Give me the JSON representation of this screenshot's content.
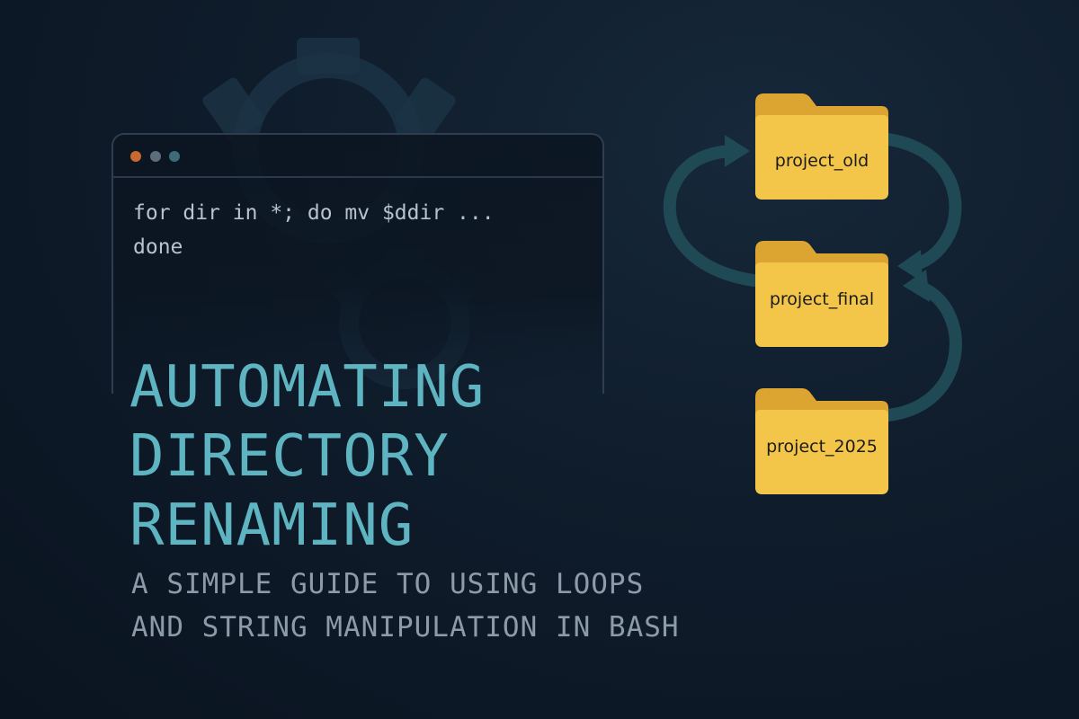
{
  "terminal": {
    "window_controls": [
      "close",
      "minimize",
      "maximize"
    ],
    "code_lines": [
      "for dir in *; do mv $ddir ...",
      "done"
    ]
  },
  "title": {
    "lines": [
      "AUTOMATING",
      "DIRECTORY",
      "RENAMING"
    ]
  },
  "subtitle": {
    "lines": [
      "A SIMPLE GUIDE TO USING LOOPS",
      "AND STRING MANIPULATION IN BASH"
    ]
  },
  "folders": [
    {
      "name": "project_old"
    },
    {
      "name": "project_final"
    },
    {
      "name": "project_2025"
    }
  ],
  "icons": [
    "gear-icon",
    "folder-icon",
    "cycle-arrow-icon"
  ],
  "colors": {
    "background": "#0f1c2b",
    "title": "#5fb4c2",
    "subtitle": "#8d9aa8",
    "code": "#b7c3cf",
    "folder": "#f3c548",
    "folder_tab": "#dca531",
    "arrow": "#1f4a55",
    "dot_red": "#c9682f",
    "dot_gray": "#5e6d7c",
    "dot_teal": "#3e6b77"
  }
}
